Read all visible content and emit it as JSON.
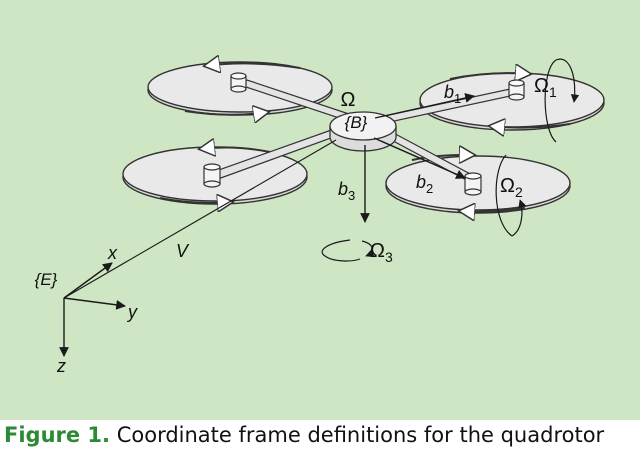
{
  "figure": {
    "background_color": "#cfe6c4",
    "labels": {
      "omega": "Ω",
      "body_frame": "{B}",
      "earth_frame": "{E}",
      "b1": "b",
      "b1_sub": "1",
      "b2": "b",
      "b2_sub": "2",
      "b3": "b",
      "b3_sub": "3",
      "omega1": "Ω",
      "omega1_sub": "1",
      "omega2": "Ω",
      "omega2_sub": "2",
      "omega3": "Ω",
      "omega3_sub": "3",
      "x_axis": "x",
      "y_axis": "y",
      "z_axis": "z",
      "v_label": "V"
    }
  },
  "caption": {
    "label": "Figure 1.",
    "text": " Coordinate frame definitions for the quadrotor",
    "label_color": "#2c8a34"
  }
}
